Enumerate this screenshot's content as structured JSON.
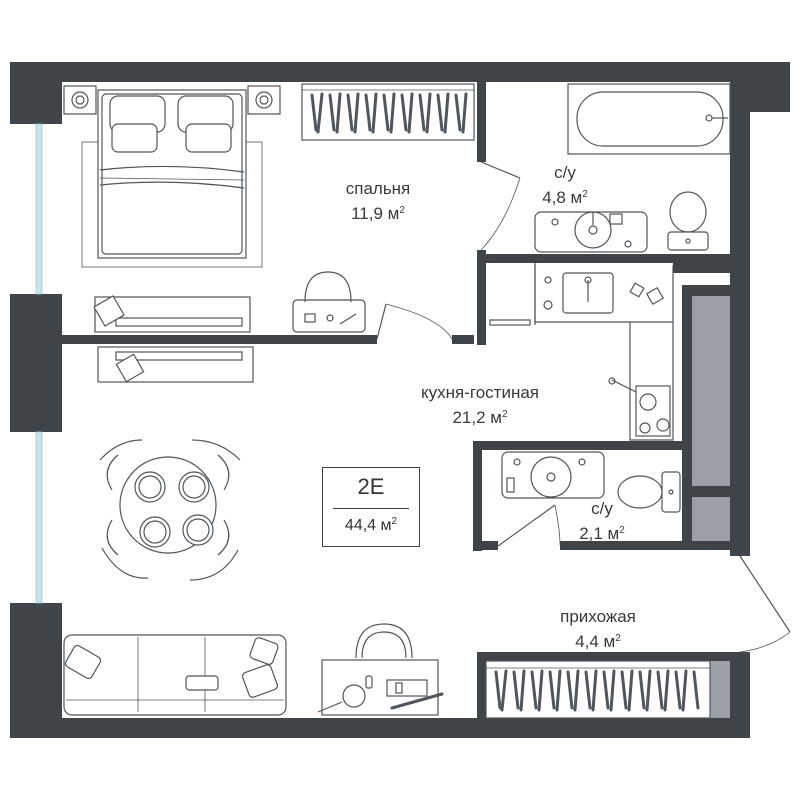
{
  "apartment": {
    "type": "2Е",
    "total_area": "44,4 м",
    "area_unit_sup": "2"
  },
  "rooms": [
    {
      "id": "bedroom",
      "name": "спальня",
      "area": "11,9 м",
      "sup": "2"
    },
    {
      "id": "bathroom",
      "name": "с/у",
      "area": "4,8 м",
      "sup": "2"
    },
    {
      "id": "kitchen-living",
      "name": "кухня-гостиная",
      "area": "21,2 м",
      "sup": "2"
    },
    {
      "id": "wc",
      "name": "с/у",
      "area": "2,1 м",
      "sup": "2"
    },
    {
      "id": "hallway",
      "name": "прихожая",
      "area": "4,4 м",
      "sup": "2"
    }
  ],
  "colors": {
    "wall": "#3f4449",
    "line": "#50565b",
    "window": "#c9e3ec",
    "column_fill": "#9aa0a6",
    "text": "#3a3a3a"
  },
  "icons": [
    "bed-icon",
    "bathtub-icon",
    "toilet-icon",
    "sink-icon",
    "stove-icon",
    "sofa-icon",
    "dining-table-icon",
    "desk-icon",
    "wardrobe-icon",
    "door-icon"
  ]
}
